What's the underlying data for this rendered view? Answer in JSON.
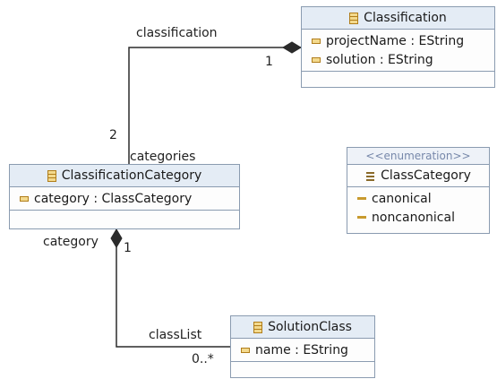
{
  "classes": {
    "classification": {
      "name": "Classification",
      "attributes": [
        "projectName : EString",
        "solution : EString"
      ]
    },
    "classification_category": {
      "name": "ClassificationCategory",
      "attributes": [
        "category : ClassCategory"
      ]
    },
    "solution_class": {
      "name": "SolutionClass",
      "attributes": [
        "name : EString"
      ]
    },
    "class_category_enum": {
      "stereotype": "<<enumeration>>",
      "name": "ClassCategory",
      "literals": [
        "canonical",
        "noncanonical"
      ]
    }
  },
  "associations": {
    "classification_to_categories": {
      "source_role": "classification",
      "source_multiplicity": "1",
      "target_role": "categories",
      "target_multiplicity": "2"
    },
    "category_to_classlist": {
      "source_role": "category",
      "source_multiplicity": "1",
      "target_role": "classList",
      "target_multiplicity": "0..*"
    }
  },
  "colors": {
    "header_fill": "#e4ecf5",
    "border": "#8a9bb0",
    "icon_fill": "#f3d98d",
    "line": "#2b2b2b"
  }
}
